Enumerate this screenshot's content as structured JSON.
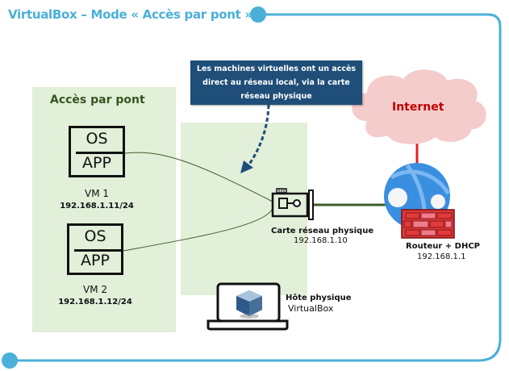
{
  "title": "VirtualBox – Mode « Accès par pont »",
  "colors": {
    "frame": "#4ab0d8",
    "zone": "#e2efd9",
    "zone_label": "#375623",
    "callout_bg": "#1f4e79",
    "internet_text": "#c00000",
    "cloud": "#f4cccc",
    "router_globe": "#3a8fe0",
    "firewall": "#d93838",
    "link_green": "#3b5e2b",
    "link_red": "#e02020"
  },
  "zone_label": "Accès par pont",
  "callout": {
    "lines": [
      "Les machines virtuelles ont un accès",
      "direct au réseau local, via la carte",
      "réseau physique"
    ]
  },
  "vms": [
    {
      "os": "OS",
      "app": "APP",
      "name": "VM 1",
      "ip": "192.168.1.11/24"
    },
    {
      "os": "OS",
      "app": "APP",
      "name": "VM 2",
      "ip": "192.168.1.12/24"
    }
  ],
  "nic": {
    "label": "Carte réseau physique",
    "ip": "192.168.1.10"
  },
  "internet": {
    "label": "Internet"
  },
  "router": {
    "label": "Routeur + DHCP",
    "ip": "192.168.1.1"
  },
  "host": {
    "label": "Hôte physique",
    "software": "VirtualBox"
  },
  "icons": {
    "vm": "os-app-box-icon",
    "nic": "network-card-icon",
    "cloud": "cloud-icon",
    "router": "globe-icon",
    "firewall": "firewall-brick-icon",
    "laptop": "laptop-icon",
    "virtualbox": "virtualbox-cube-icon"
  }
}
